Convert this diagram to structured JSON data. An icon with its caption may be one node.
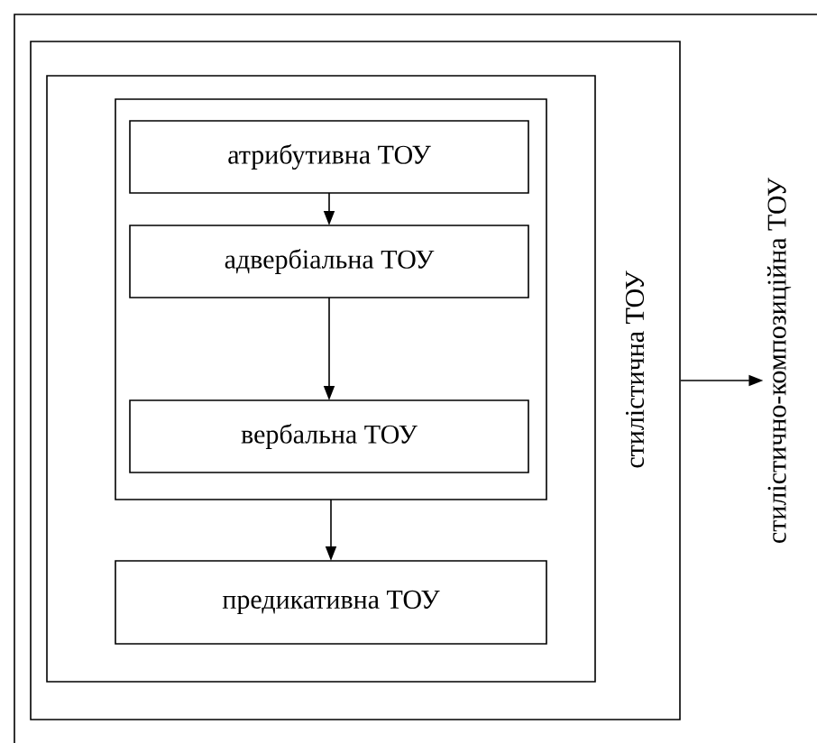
{
  "diagram": {
    "nodes": [
      {
        "text": [
          "стилістична ТОУ"
        ]
      },
      {
        "text": [],
        "shape": "box",
        "in": 0
      },
      {
        "text": [],
        "shape": "box",
        "in": 1
      },
      {
        "text": [
          "атрибутивна ТОУ"
        ],
        "in": 2
      },
      {
        "text": [
          "адвербіальна ТОУ"
        ],
        "in": 2
      },
      {
        "text": [
          "вербальна ТОУ"
        ],
        "in": 2
      },
      {
        "text": [
          "предикативна ТОУ"
        ],
        "in": 1
      },
      {
        "text": [
          "стилістично-композиційна ТОУ"
        ]
      }
    ],
    "edges": [
      {
        "from": 3,
        "to": 4,
        "arrow": "to"
      },
      {
        "from": 4,
        "to": 5,
        "arrow": "to"
      },
      {
        "from": 2,
        "to": 6,
        "arrow": "to"
      },
      {
        "from": 0,
        "to": 7,
        "arrow": "to"
      }
    ]
  }
}
